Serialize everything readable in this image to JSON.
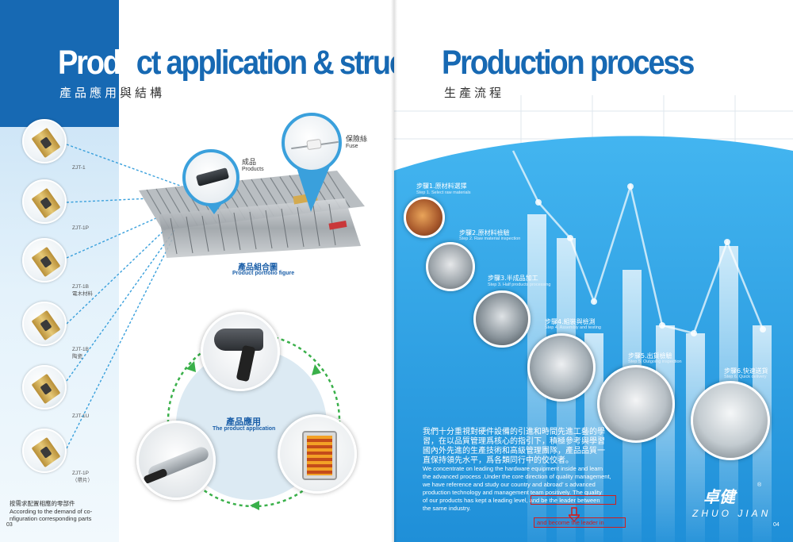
{
  "left": {
    "title_part1": "Produ",
    "title_part2": "ct application & structure",
    "subtitle_part1": "產品應用",
    "subtitle_part2": "與結構",
    "parts": [
      {
        "model": "ZJT-1",
        "material": ""
      },
      {
        "model": "ZJT-1P",
        "material": ""
      },
      {
        "model": "ZJT-1B",
        "material": "電木材料"
      },
      {
        "model": "ZJT-1B",
        "material": "陶瓷"
      },
      {
        "model": "ZJT-1U",
        "material": ""
      },
      {
        "model": "ZJT-1P",
        "material": "（帶片）"
      }
    ],
    "product_label_zh": "成品",
    "product_label_en": "Products",
    "fuse_label_zh": "保險絲",
    "fuse_label_en": "Fuse",
    "portfolio_zh": "產品組合圖",
    "portfolio_en": "Product portfolio figure",
    "application_zh": "產品應用",
    "application_en": "The product application",
    "footnote_zh": "按需求配置相應的零部件",
    "footnote_en_line1": "According to the demand of co-",
    "footnote_en_line2": "nfiguration corresponding parts",
    "page_number": "03"
  },
  "right": {
    "title": "Production process",
    "subtitle": "生產流程",
    "steps": [
      {
        "zh": "步驟1.原材料選擇",
        "en": "Step 1. Select raw materials"
      },
      {
        "zh": "步驟2.原材料檢驗",
        "en": "Step 2. Raw material inspection"
      },
      {
        "zh": "步驟3.半成品加工",
        "en": "Step 3. Half products processing"
      },
      {
        "zh": "步驟4.組裝與檢測",
        "en": "Step 4. Assembly and testing"
      },
      {
        "zh": "步驟5.出貨檢驗",
        "en": "Step 5. Outgoing inspection"
      },
      {
        "zh": "步驟6.快速送貨",
        "en": "Step 6. Quick delivery"
      }
    ],
    "body_zh": [
      "我們十分重視對硬件設備的引進和時間先進工藝的學",
      "習，在以品質管理爲核心的指引下，積極參考與學習",
      "國內外先進的生產技術和高級管理團隊，產品品質一",
      "直保持領先水平，爲各類同行中的佼佼者。"
    ],
    "body_en": [
      "We concentrate on leading the hardware equipment inside and learn",
      "the advanced process .Under the core direction of quality management,",
      "we have reference and study our country and abroad’ s advanced",
      "production technology and management team positively. The quality",
      "of our products  has kept a leading level, and be the leader between",
      "the  same industry."
    ],
    "annotation_text": "and become the leader in",
    "brand_zh": "卓健",
    "brand_reg": "®",
    "brand_en": "ZHUO JIAN",
    "page_number": "04",
    "colors": {
      "primary_blue": "#1769b3",
      "sky_blue": "#2fa6ea",
      "annotation_red": "#d01e1e"
    }
  }
}
